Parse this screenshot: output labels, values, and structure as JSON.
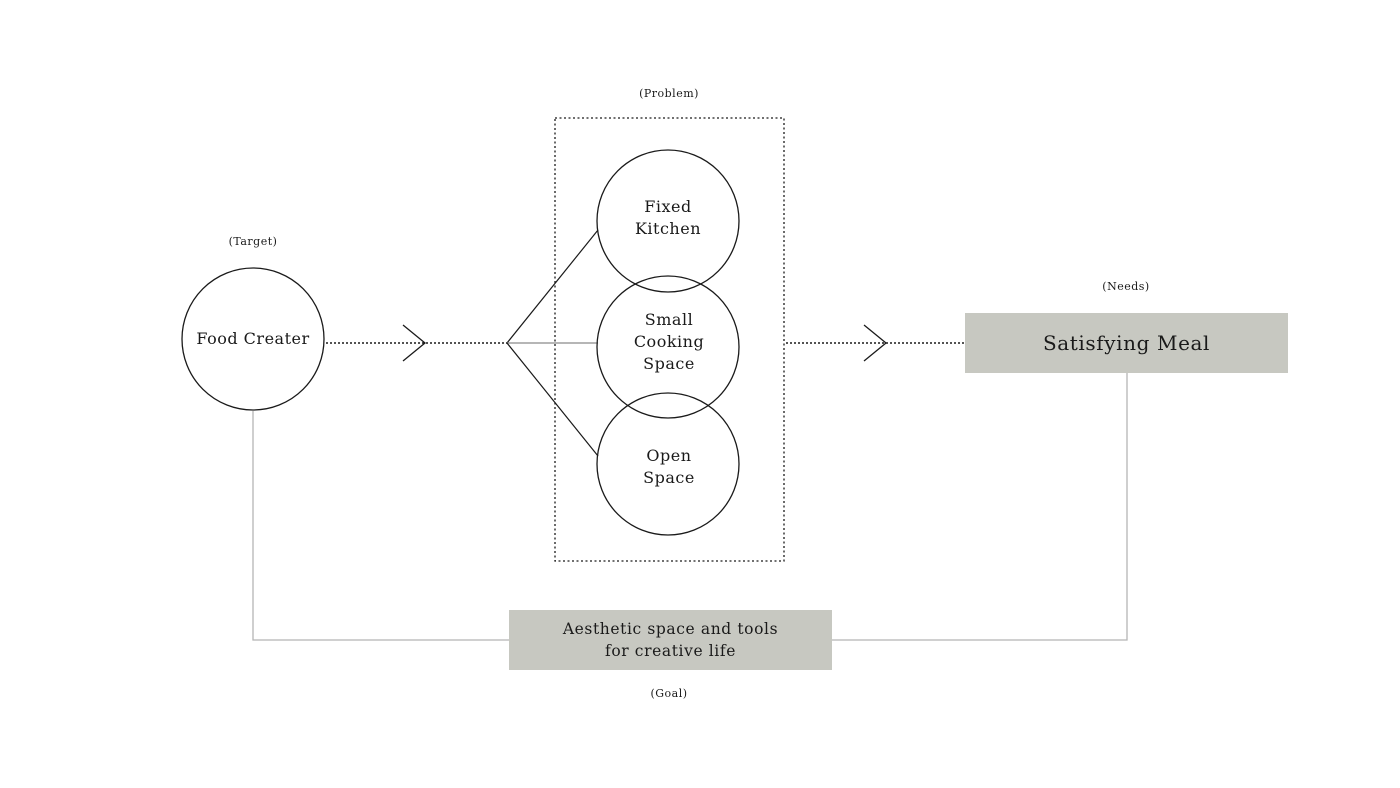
{
  "labels": {
    "problem": "(Problem)",
    "target": "(Target)",
    "needs": "(Needs)",
    "goal": "(Goal)"
  },
  "nodes": {
    "food_creater": "Food Creater",
    "fixed_kitchen": [
      "Fixed",
      "Kitchen"
    ],
    "small_cooking_space": [
      "Small",
      "Cooking",
      "Space"
    ],
    "open_space": [
      "Open",
      "Space"
    ]
  },
  "boxes": {
    "satisfying_meal": "Satisfying Meal",
    "aesthetic_goal": [
      "Aesthetic space and tools",
      "for creative life"
    ]
  },
  "colors": {
    "box_fill": "#c7c8c1",
    "line": "#1a1a1a",
    "connector": "#b5b5b5"
  }
}
